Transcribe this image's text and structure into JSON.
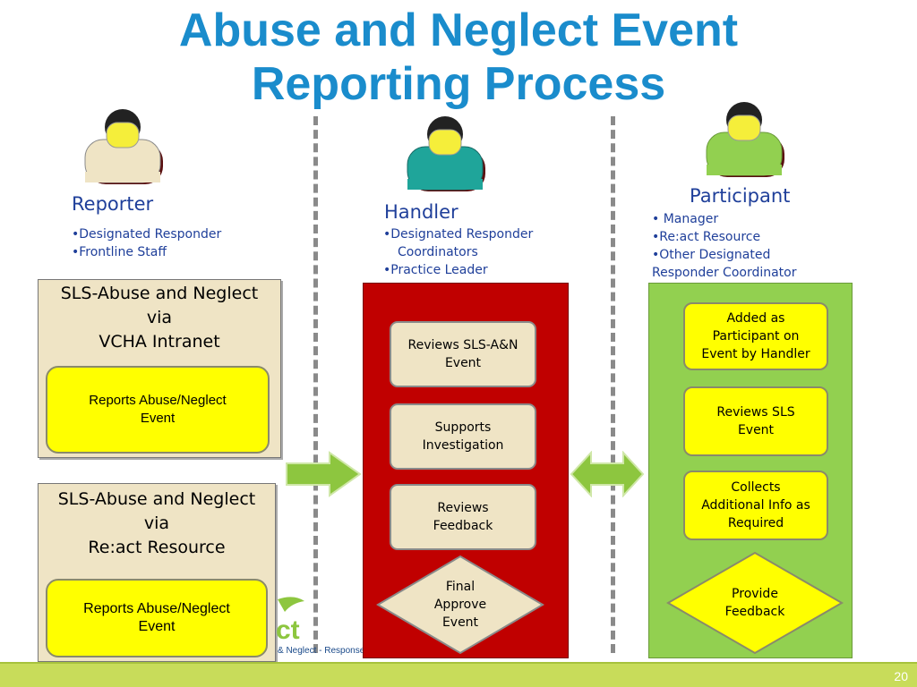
{
  "title": {
    "line1": "Abuse and Neglect Event",
    "line2": "Reporting Process"
  },
  "roles": {
    "reporter": {
      "title": "Reporter",
      "items": [
        "•Designated Responder",
        "•Frontline Staff"
      ],
      "shirt_color": "#efe4c5"
    },
    "handler": {
      "title": "Handler",
      "items": [
        "•Designated Responder",
        "Coordinators",
        "•Practice Leader"
      ],
      "shirt_color": "#1fa59a"
    },
    "participant": {
      "title": "Participant",
      "items": [
        "• Manager",
        "•Re:act Resource",
        "•Other Designated",
        "Responder Coordinator"
      ],
      "shirt_color": "#92d050"
    }
  },
  "reporter_lanes": [
    {
      "heading_lines": [
        "SLS-Abuse and Neglect",
        "via",
        "VCHA Intranet"
      ],
      "box_lines": [
        "Reports Abuse/Neglect",
        "Event"
      ]
    },
    {
      "heading_lines": [
        "SLS-Abuse and Neglect",
        "via",
        "Re:act Resource"
      ],
      "box_lines": [
        "Reports Abuse/Neglect",
        "Event"
      ]
    }
  ],
  "handler_steps": [
    {
      "lines": [
        "Reviews SLS-A&N",
        "Event"
      ]
    },
    {
      "lines": [
        "Supports",
        "Investigation"
      ]
    },
    {
      "lines": [
        "Reviews",
        "Feedback"
      ]
    }
  ],
  "handler_decision": {
    "lines": [
      "Final",
      "Approve",
      "Event"
    ]
  },
  "participant_steps": [
    {
      "lines": [
        "Added as",
        "Participant on",
        "Event by Handler"
      ]
    },
    {
      "lines": [
        "Reviews SLS",
        "Event"
      ]
    },
    {
      "lines": [
        "Collects",
        "Additional Info as",
        "Required"
      ]
    }
  ],
  "participant_decision": {
    "lines": [
      "Provide",
      "Feedback"
    ]
  },
  "logo": {
    "text": "& Neglect - Response"
  },
  "page_number": "20",
  "colors": {
    "title": "#1a8ccc",
    "role_text": "#1f3f9a",
    "handler_lane": "#c00000",
    "participant_lane": "#92d050",
    "reporter_lane": "#efe4c5",
    "highlight_box": "#ffff00",
    "arrow": "#8dc63f",
    "footer": "#c8dc5a"
  }
}
